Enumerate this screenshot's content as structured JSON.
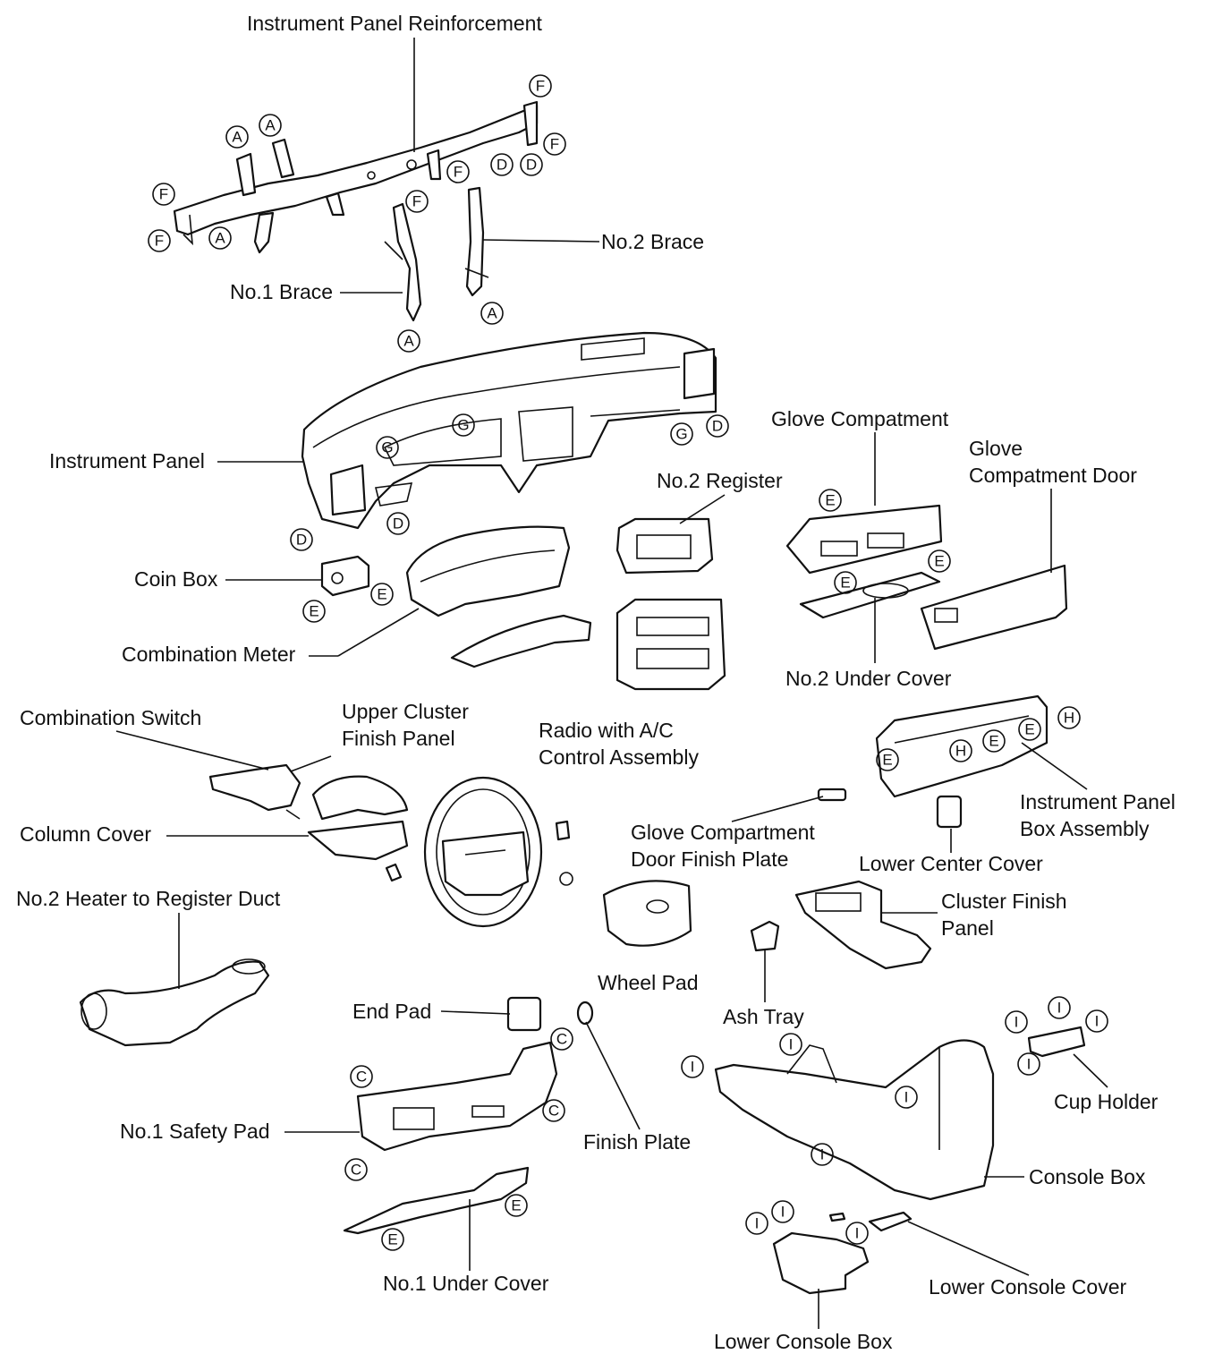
{
  "labels": {
    "instrument_panel_reinforcement": "Instrument Panel Reinforcement",
    "no2_brace": "No.2 Brace",
    "no1_brace": "No.1 Brace",
    "instrument_panel": "Instrument Panel",
    "glove_compartment": "Glove Compatment",
    "glove_compartment_door_1": "Glove",
    "glove_compartment_door_2": "Compatment Door",
    "no2_register": "No.2 Register",
    "coin_box": "Coin Box",
    "combination_meter": "Combination Meter",
    "no2_under_cover": "No.2 Under Cover",
    "upper_cluster_1": "Upper Cluster",
    "upper_cluster_2": "Finish Panel",
    "radio_1": "Radio with A/C",
    "radio_2": "Control Assembly",
    "combination_switch": "Combination Switch",
    "instrument_panel_box_1": "Instrument Panel",
    "instrument_panel_box_2": "Box Assembly",
    "column_cover": "Column Cover",
    "glove_door_finish_1": "Glove Compartment",
    "glove_door_finish_2": "Door Finish Plate",
    "lower_center_cover": "Lower Center Cover",
    "no2_heater_duct": "No.2 Heater to Register Duct",
    "cluster_finish_1": "Cluster Finish",
    "cluster_finish_2": "Panel",
    "wheel_pad": "Wheel Pad",
    "ash_tray": "Ash Tray",
    "end_pad": "End Pad",
    "cup_holder": "Cup Holder",
    "no1_safety_pad": "No.1 Safety Pad",
    "finish_plate": "Finish Plate",
    "console_box": "Console Box",
    "no1_under_cover": "No.1 Under Cover",
    "lower_console_cover": "Lower Console Cover",
    "lower_console_box": "Lower Console Box"
  },
  "fastener_codes": {
    "A": "A",
    "C": "C",
    "D": "D",
    "E": "E",
    "F": "F",
    "G": "G",
    "H": "H",
    "I": "I"
  }
}
